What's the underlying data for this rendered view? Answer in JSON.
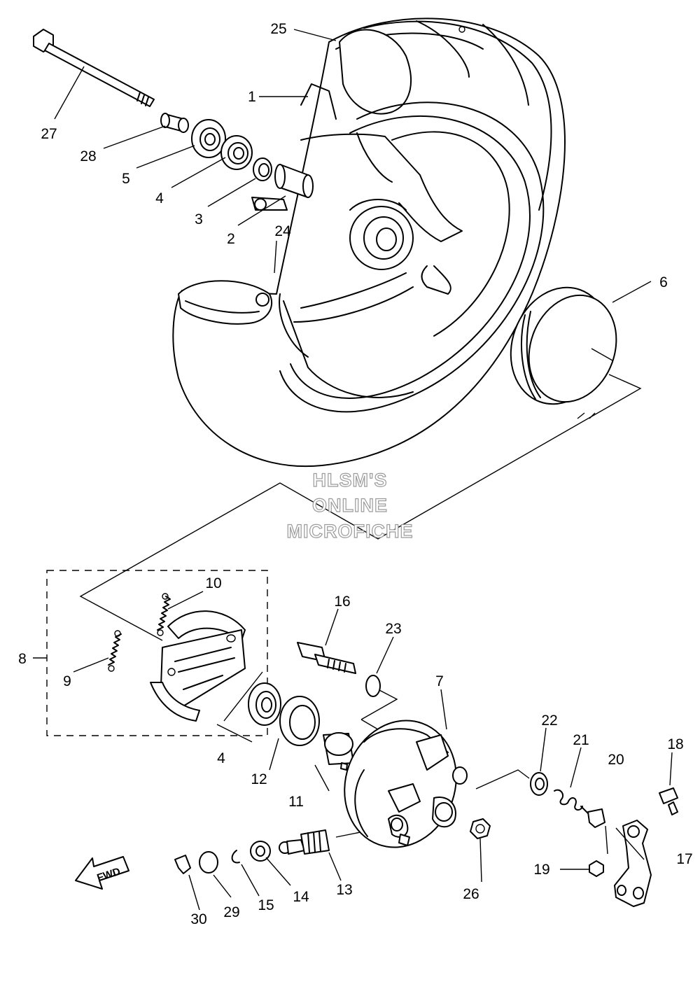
{
  "watermark": [
    "HLSM'S",
    "ONLINE",
    "MICROFICHE"
  ],
  "direction_badge": "FWD",
  "callouts": [
    "1",
    "2",
    "3",
    "4",
    "5",
    "6",
    "7",
    "8",
    "9",
    "10",
    "11",
    "12",
    "13",
    "14",
    "15",
    "16",
    "17",
    "18",
    "19",
    "20",
    "21",
    "22",
    "23",
    "24",
    "25",
    "26",
    "27",
    "28",
    "29",
    "30"
  ],
  "extra_callout": "4"
}
